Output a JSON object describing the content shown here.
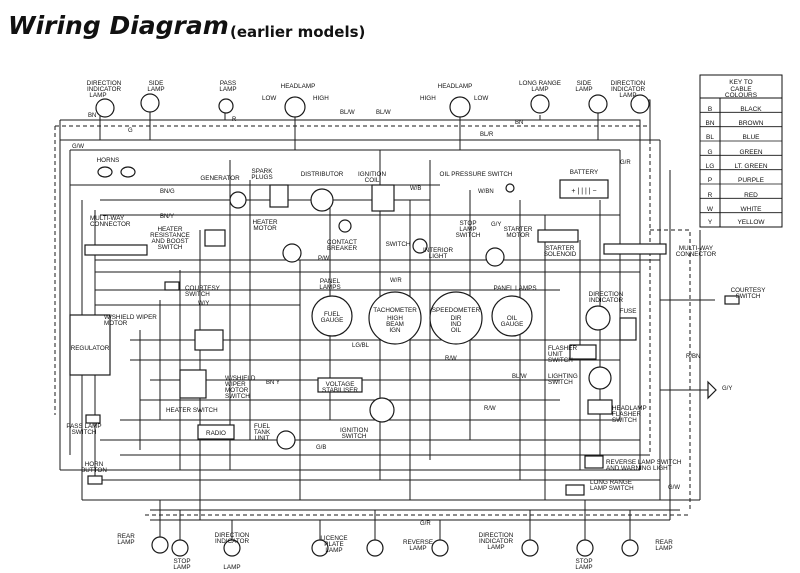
{
  "title": "Wiring Diagram",
  "subtitle": "(earlier models)",
  "key": {
    "heading": [
      "KEY TO",
      "CABLE",
      "COLOURS"
    ],
    "rows": [
      {
        "code": "B",
        "colour": "BLACK"
      },
      {
        "code": "BN",
        "colour": "BROWN"
      },
      {
        "code": "BL",
        "colour": "BLUE"
      },
      {
        "code": "G",
        "colour": "GREEN"
      },
      {
        "code": "LG",
        "colour": "LT. GREEN"
      },
      {
        "code": "P",
        "colour": "PURPLE"
      },
      {
        "code": "R",
        "colour": "RED"
      },
      {
        "code": "W",
        "colour": "WHITE"
      },
      {
        "code": "Y",
        "colour": "YELLOW"
      }
    ]
  },
  "labels": {
    "dir_ind_left": [
      "DIRECTION",
      "INDICATOR",
      "LAMP"
    ],
    "side_lamp_left": [
      "SIDE",
      "LAMP"
    ],
    "pass_lamp": [
      "PASS",
      "LAMP"
    ],
    "headlamp_left": "HEADLAMP",
    "low_left": "LOW",
    "high_left": "HIGH",
    "headlamp_right": "HEADLAMP",
    "high_right": "HIGH",
    "low_right": "LOW",
    "long_range_lamp": [
      "LONG RANGE",
      "LAMP"
    ],
    "side_lamp_right": [
      "SIDE",
      "LAMP"
    ],
    "dir_ind_right": [
      "DIRECTION",
      "INDICATOR",
      "LAMP"
    ],
    "horns": "HORNS",
    "generator": "GENERATOR",
    "spark_plugs": [
      "SPARK",
      "PLUGS"
    ],
    "distributor": "DISTRIBUTOR",
    "ignition_coil": [
      "IGNITION",
      "COIL"
    ],
    "oil_pressure_switch": "OIL PRESSURE SWITCH",
    "battery": "BATTERY",
    "multiway_left": [
      "MULTI-WAY",
      "CONNECTOR"
    ],
    "heater_resistance": [
      "HEATER",
      "RESISTANCE",
      "AND BOOST",
      "SWITCH"
    ],
    "heater_motor": [
      "HEATER",
      "MOTOR"
    ],
    "contact_breaker": [
      "CONTACT",
      "BREAKER"
    ],
    "switch": "SWITCH",
    "interior_light": [
      "INTERIOR",
      "LIGHT"
    ],
    "stop_lamp_switch": [
      "STOP",
      "LAMP",
      "SWITCH"
    ],
    "starter_motor": [
      "STARTER",
      "MOTOR"
    ],
    "starter_solenoid": [
      "STARTER",
      "SOLENOID"
    ],
    "multiway_right": [
      "MULTI-WAY",
      "CONNECTOR"
    ],
    "courtesy_switch_left": [
      "COURTESY",
      "SWITCH"
    ],
    "courtesy_switch_right": [
      "COURTESY",
      "SWITCH"
    ],
    "panel_lamps_left": [
      "PANEL",
      "LAMPS"
    ],
    "panel_lamps_right": "PANEL LAMPS",
    "fuel_gauge": [
      "FUEL",
      "GAUGE"
    ],
    "tachometer": [
      "TACHOMETER",
      "HIGH",
      "BEAM",
      "IGN"
    ],
    "speedometer": [
      "SPEEDOMETER",
      "DIR",
      "IND",
      "OIL"
    ],
    "oil_gauge": [
      "OIL",
      "GAUGE"
    ],
    "direction_indicator": [
      "DIRECTION",
      "INDICATOR"
    ],
    "fuse": "FUSE",
    "wiper_motor": [
      "W/SHIELD WIPER",
      "MOTOR"
    ],
    "regulator": "REGULATOR",
    "wiper_motor_switch": [
      "W/SHIELD",
      "WIPER",
      "MOTOR",
      "SWITCH"
    ],
    "voltage_stabiliser": [
      "VOLTAGE",
      "STABILISER"
    ],
    "flasher_unit": [
      "FLASHER",
      "UNIT",
      "SWITCH"
    ],
    "lighting_switch": [
      "LIGHTING",
      "SWITCH"
    ],
    "headlamp_flasher": [
      "HEADLAMP",
      "FLASHER",
      "SWITCH"
    ],
    "heater_switch": "HEATER SWITCH",
    "pass_lamp_switch": [
      "PASS LAMP",
      "SWITCH"
    ],
    "radio": "RADIO",
    "fuel_tank_unit": [
      "FUEL",
      "TANK",
      "UNIT"
    ],
    "ignition_switch": [
      "IGNITION",
      "SWITCH"
    ],
    "horn_button": [
      "HORN",
      "BUTTON"
    ],
    "reverse_lamp_switch": [
      "REVERSE LAMP SWITCH",
      "AND WARNING LIGHT"
    ],
    "long_range_lamp_switch": [
      "LONG RANGE",
      "LAMP SWITCH"
    ],
    "rear_lamp_left": [
      "REAR",
      "LAMP"
    ],
    "stop_lamp_left": [
      "STOP",
      "LAMP"
    ],
    "dir_ind_rear_left": [
      "DIRECTION",
      "INDICATOR",
      "LAMP"
    ],
    "licence_plate_lamp": [
      "LICENCE",
      "PLATE",
      "LAMP"
    ],
    "reverse_lamp": [
      "REVERSE",
      "LAMP"
    ],
    "dir_ind_rear_right": [
      "DIRECTION",
      "INDICATOR",
      "LAMP"
    ],
    "stop_lamp_right": [
      "STOP",
      "LAMP"
    ],
    "rear_lamp_right": [
      "REAR",
      "LAMP"
    ]
  },
  "wire_codes": {
    "bn_top": "BN",
    "g_top": "G",
    "r_top": "R",
    "bl_w_1": "BL/W",
    "bl_w_2": "BL/W",
    "bl_r": "BL/R",
    "bn_right": "BN",
    "g_w_left": "G/W",
    "g_r_right": "G/R",
    "bn_g": "BN/G",
    "bn_y": "BN/Y",
    "w_b": "W/B",
    "w_bn": "W/BN",
    "g_y": "G/Y",
    "w_r": "W/R",
    "p_w": "P/W",
    "w_y": "W/Y",
    "lg_bl": "LG/BL",
    "r_w": "R/W",
    "bl_w_3": "BL/W",
    "r_w_2": "R/W",
    "g_b": "G/B",
    "g_r_bottom": "G/R",
    "g_w_right": "G/W",
    "g_y_right": "G/Y",
    "r_bn": "R/BN",
    "bn_y_2": "BN Y"
  }
}
